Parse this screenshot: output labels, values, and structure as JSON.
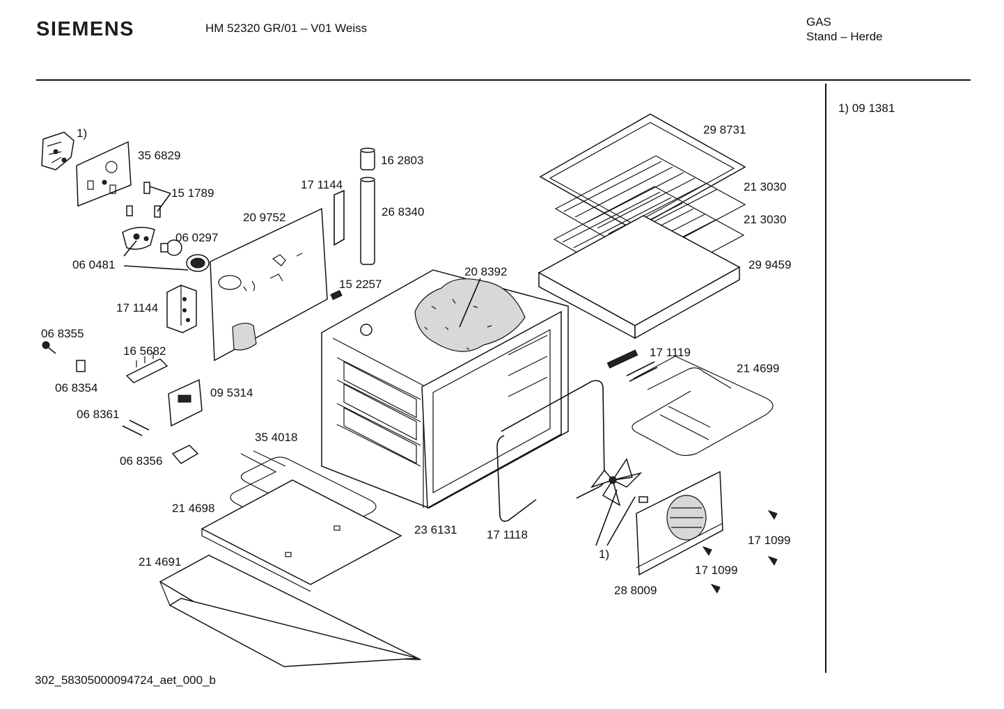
{
  "header": {
    "brand": "SIEMENS",
    "model": "HM 52320 GR/01 – V01 Weiss",
    "category_line1": "GAS",
    "category_line2": "Stand – Herde"
  },
  "notes": [
    "1) 09 1381"
  ],
  "footer": {
    "doc_id": "302_58305000094724_aet_000_b"
  },
  "parts": {
    "p356829": "35 6829",
    "p151789": "15 1789",
    "p060297": "06 0297",
    "p060481": "06 0481",
    "p171144a": "17 1144",
    "p171144b": "17 1144",
    "p209752": "20 9752",
    "p162803": "16 2803",
    "p268340": "26 8340",
    "p152257": "15 2257",
    "p208392": "20 8392",
    "p298731": "29 8731",
    "p213030a": "21 3030",
    "p213030b": "21 3030",
    "p299459": "29 9459",
    "p068355": "06 8355",
    "p165682": "16 5682",
    "p068354": "06 8354",
    "p095314": "09 5314",
    "p068361": "06 8361",
    "p068356": "06 8356",
    "p354018": "35 4018",
    "p214698": "21 4698",
    "p214691": "21 4691",
    "p236131": "23 6131",
    "p171118": "17 1118",
    "p171119": "17 1119",
    "p214699": "21 4699",
    "p171099a": "17 1099",
    "p171099b": "17 1099",
    "p288009": "28 8009",
    "ref1a": "1)",
    "ref1b": "1)"
  }
}
